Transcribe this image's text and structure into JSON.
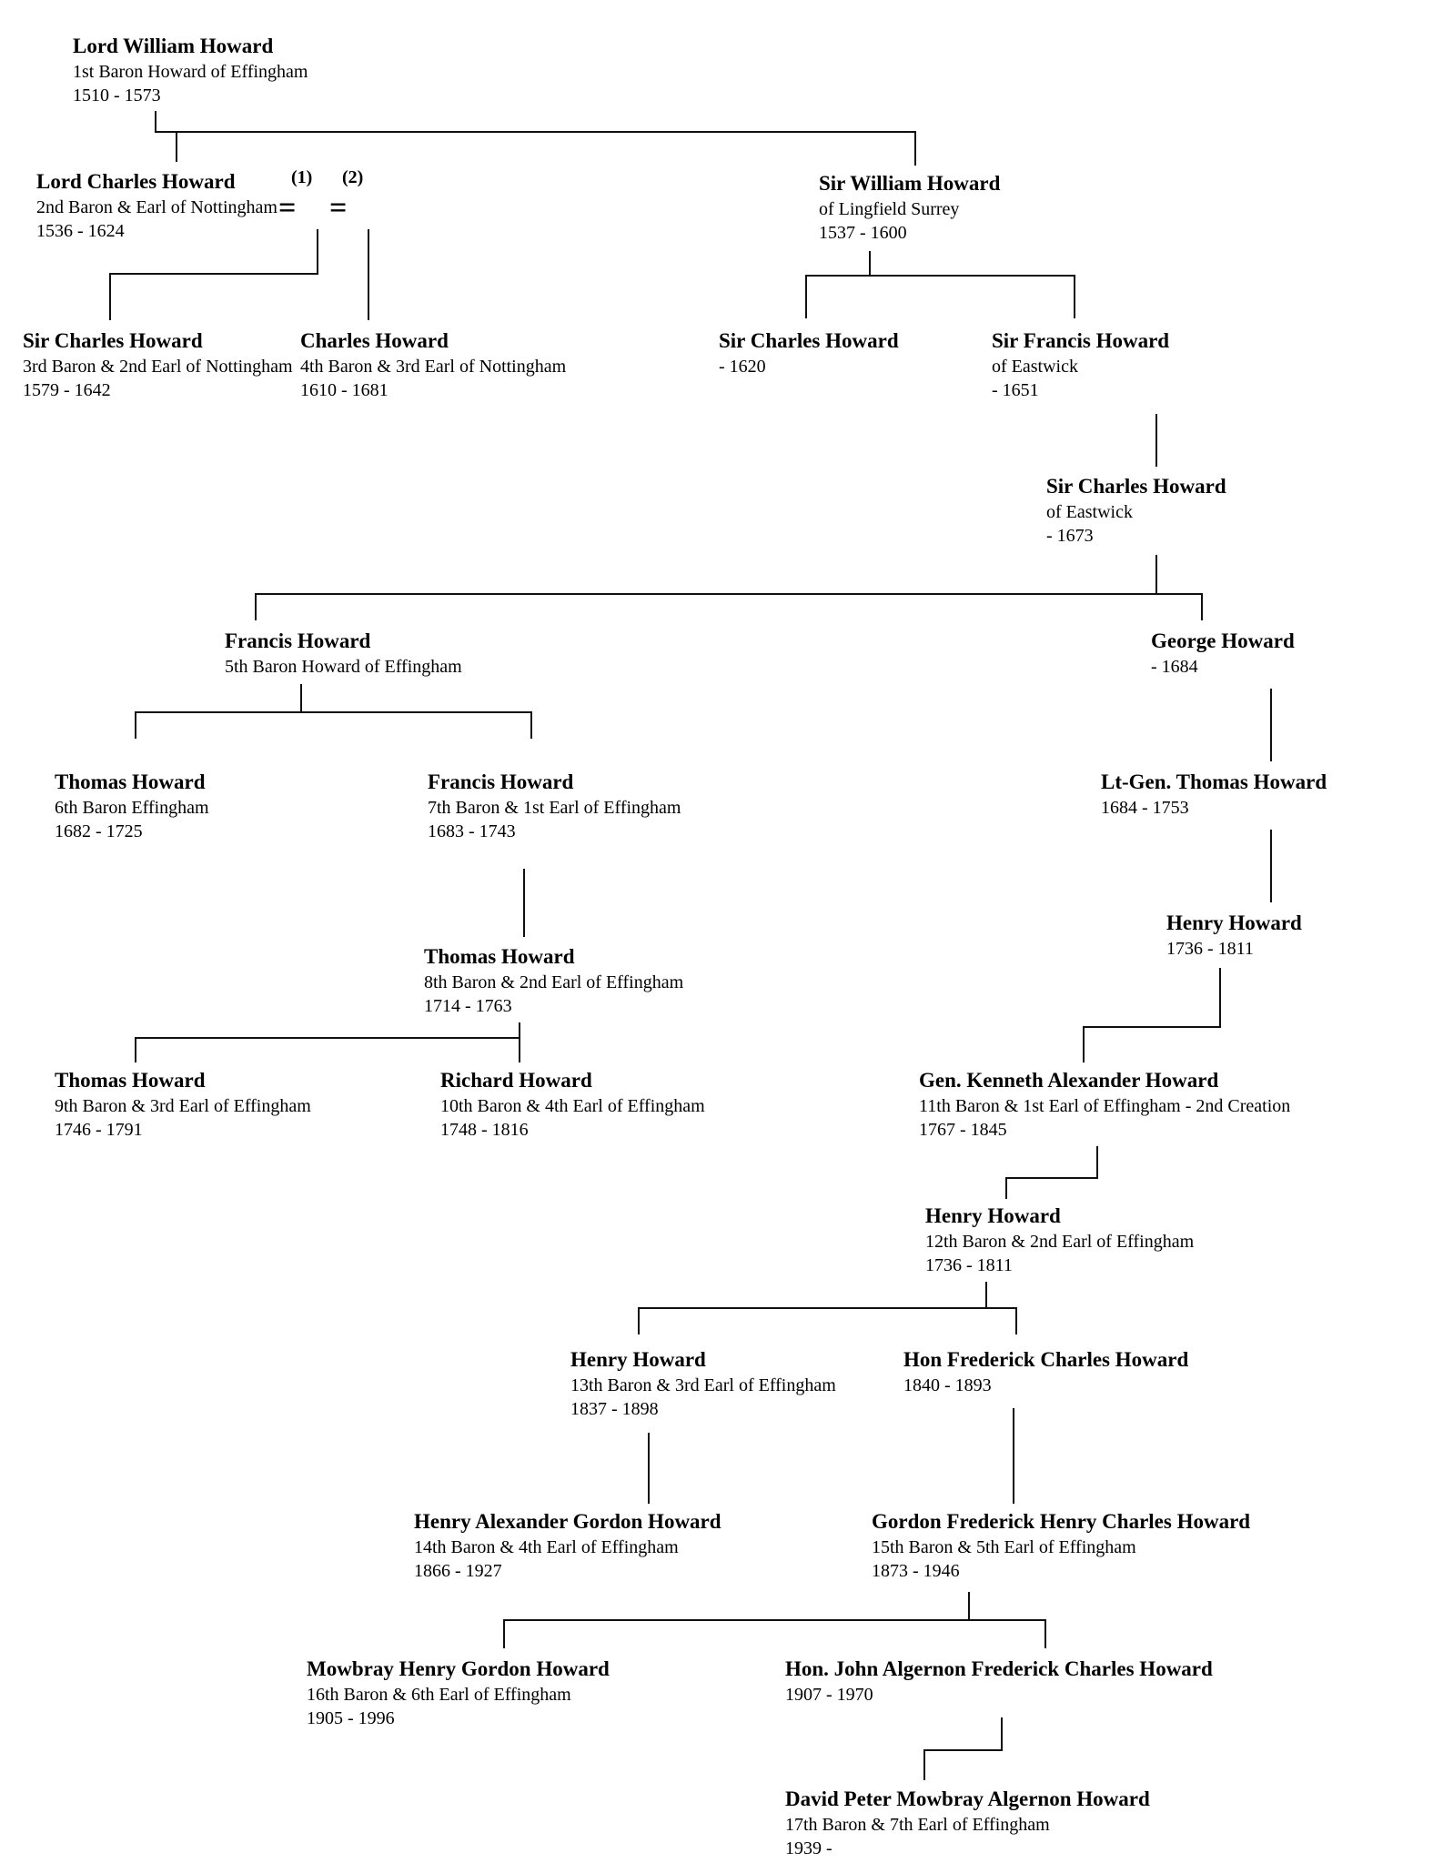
{
  "document": {
    "kind": "family-tree",
    "family": "Howard",
    "colors": {
      "background": "#ffffff",
      "ink": "#000000"
    }
  },
  "marriages": {
    "first_label": "(1)",
    "second_label": "(2)",
    "symbol": "="
  },
  "people": {
    "lord_william": {
      "name": "Lord William Howard",
      "title": "1st Baron Howard of Effingham",
      "dates": "1510 - 1573"
    },
    "lord_charles": {
      "name": "Lord Charles Howard",
      "title": "2nd Baron & Earl of Nottingham",
      "dates": "1536 - 1624"
    },
    "sir_william": {
      "name": "Sir William Howard",
      "title": "of Lingfield Surrey",
      "dates": "1537 - 1600"
    },
    "sir_charles_3rd": {
      "name": "Sir Charles Howard",
      "title": "3rd Baron & 2nd Earl of Nottingham",
      "dates": "1579 - 1642"
    },
    "charles_4th": {
      "name": "Charles Howard",
      "title": "4th Baron & 3rd Earl of Nottingham",
      "dates": "1610 - 1681"
    },
    "sir_charles_d1620": {
      "name": "Sir Charles Howard",
      "dates": "- 1620"
    },
    "sir_francis": {
      "name": "Sir Francis Howard",
      "title": "of Eastwick",
      "dates": "- 1651"
    },
    "sir_charles_eastwick": {
      "name": "Sir Charles Howard",
      "title": "of Eastwick",
      "dates": "- 1673"
    },
    "francis_5th": {
      "name": "Francis Howard",
      "title": "5th Baron Howard of Effingham"
    },
    "george": {
      "name": "George Howard",
      "dates": "- 1684"
    },
    "thomas_6th": {
      "name": "Thomas Howard",
      "title": "6th Baron Effingham",
      "dates": "1682 - 1725"
    },
    "francis_7th": {
      "name": "Francis Howard",
      "title": "7th Baron & 1st Earl of Effingham",
      "dates": "1683 - 1743"
    },
    "lt_gen_thomas": {
      "name": "Lt-Gen. Thomas Howard",
      "dates": "1684 - 1753"
    },
    "thomas_8th": {
      "name": "Thomas Howard",
      "title": "8th Baron & 2nd Earl of Effingham",
      "dates": "1714 - 1763"
    },
    "henry_b1736": {
      "name": "Henry Howard",
      "dates": "1736 - 1811"
    },
    "thomas_9th": {
      "name": "Thomas Howard",
      "title": "9th Baron & 3rd Earl of Effingham",
      "dates": "1746 - 1791"
    },
    "richard_10th": {
      "name": "Richard Howard",
      "title": "10th Baron & 4th Earl of Effingham",
      "dates": "1748 - 1816"
    },
    "gen_kenneth": {
      "name": "Gen. Kenneth Alexander Howard",
      "title": "11th Baron & 1st Earl of Effingham - 2nd Creation",
      "dates": "1767 - 1845"
    },
    "henry_12th": {
      "name": "Henry Howard",
      "title": "12th Baron & 2nd Earl of Effingham",
      "dates": "1736 - 1811"
    },
    "henry_13th": {
      "name": "Henry Howard",
      "title": "13th Baron & 3rd Earl of Effingham",
      "dates": "1837 - 1898"
    },
    "hon_frederick": {
      "name": "Hon Frederick Charles Howard",
      "dates": "1840 - 1893"
    },
    "henry_alexander_14th": {
      "name": "Henry Alexander Gordon Howard",
      "title": "14th Baron & 4th Earl of Effingham",
      "dates": "1866 - 1927"
    },
    "gordon_frederick_15th": {
      "name": "Gordon Frederick Henry Charles Howard",
      "title": "15th Baron & 5th Earl of Effingham",
      "dates": "1873 - 1946"
    },
    "mowbray_16th": {
      "name": "Mowbray Henry Gordon Howard",
      "title": "16th Baron & 6th Earl of Effingham",
      "dates": "1905 - 1996"
    },
    "hon_john": {
      "name": "Hon. John Algernon Frederick Charles Howard",
      "dates": "1907 - 1970"
    },
    "david_peter_17th": {
      "name": "David Peter Mowbray Algernon Howard",
      "title": "17th Baron & 7th Earl of Effingham",
      "dates": "1939 -"
    }
  }
}
